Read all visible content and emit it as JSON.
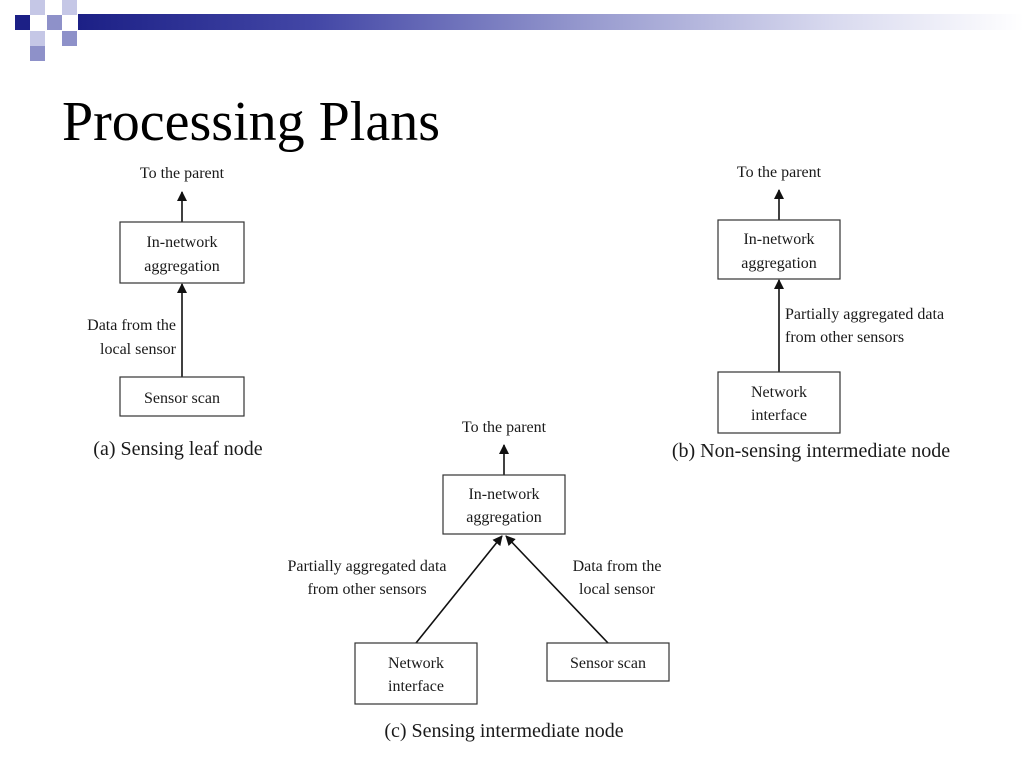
{
  "slide": {
    "title": "Processing Plans"
  },
  "theme": {
    "header_dark": "#1c2086",
    "header_mid": "#8e91c9",
    "header_light": "#c5c7e6"
  },
  "diagrams": {
    "a": {
      "output_label": "To the parent",
      "aggregation_box": [
        "In-network",
        "aggregation"
      ],
      "edge_label": [
        "Data from the",
        "local sensor"
      ],
      "source_box": "Sensor scan",
      "caption": "(a) Sensing leaf node"
    },
    "b": {
      "output_label": "To the parent",
      "aggregation_box": [
        "In-network",
        "aggregation"
      ],
      "edge_label": [
        "Partially aggregated data",
        "from other sensors"
      ],
      "source_box": [
        "Network",
        "interface"
      ],
      "caption": "(b) Non-sensing intermediate node"
    },
    "c": {
      "output_label": "To the parent",
      "aggregation_box": [
        "In-network",
        "aggregation"
      ],
      "left_edge_label": [
        "Partially aggregated data",
        "from other sensors"
      ],
      "right_edge_label": [
        "Data from the",
        "local sensor"
      ],
      "left_source_box": [
        "Network",
        "interface"
      ],
      "right_source_box": "Sensor scan",
      "caption": "(c) Sensing intermediate node"
    }
  }
}
